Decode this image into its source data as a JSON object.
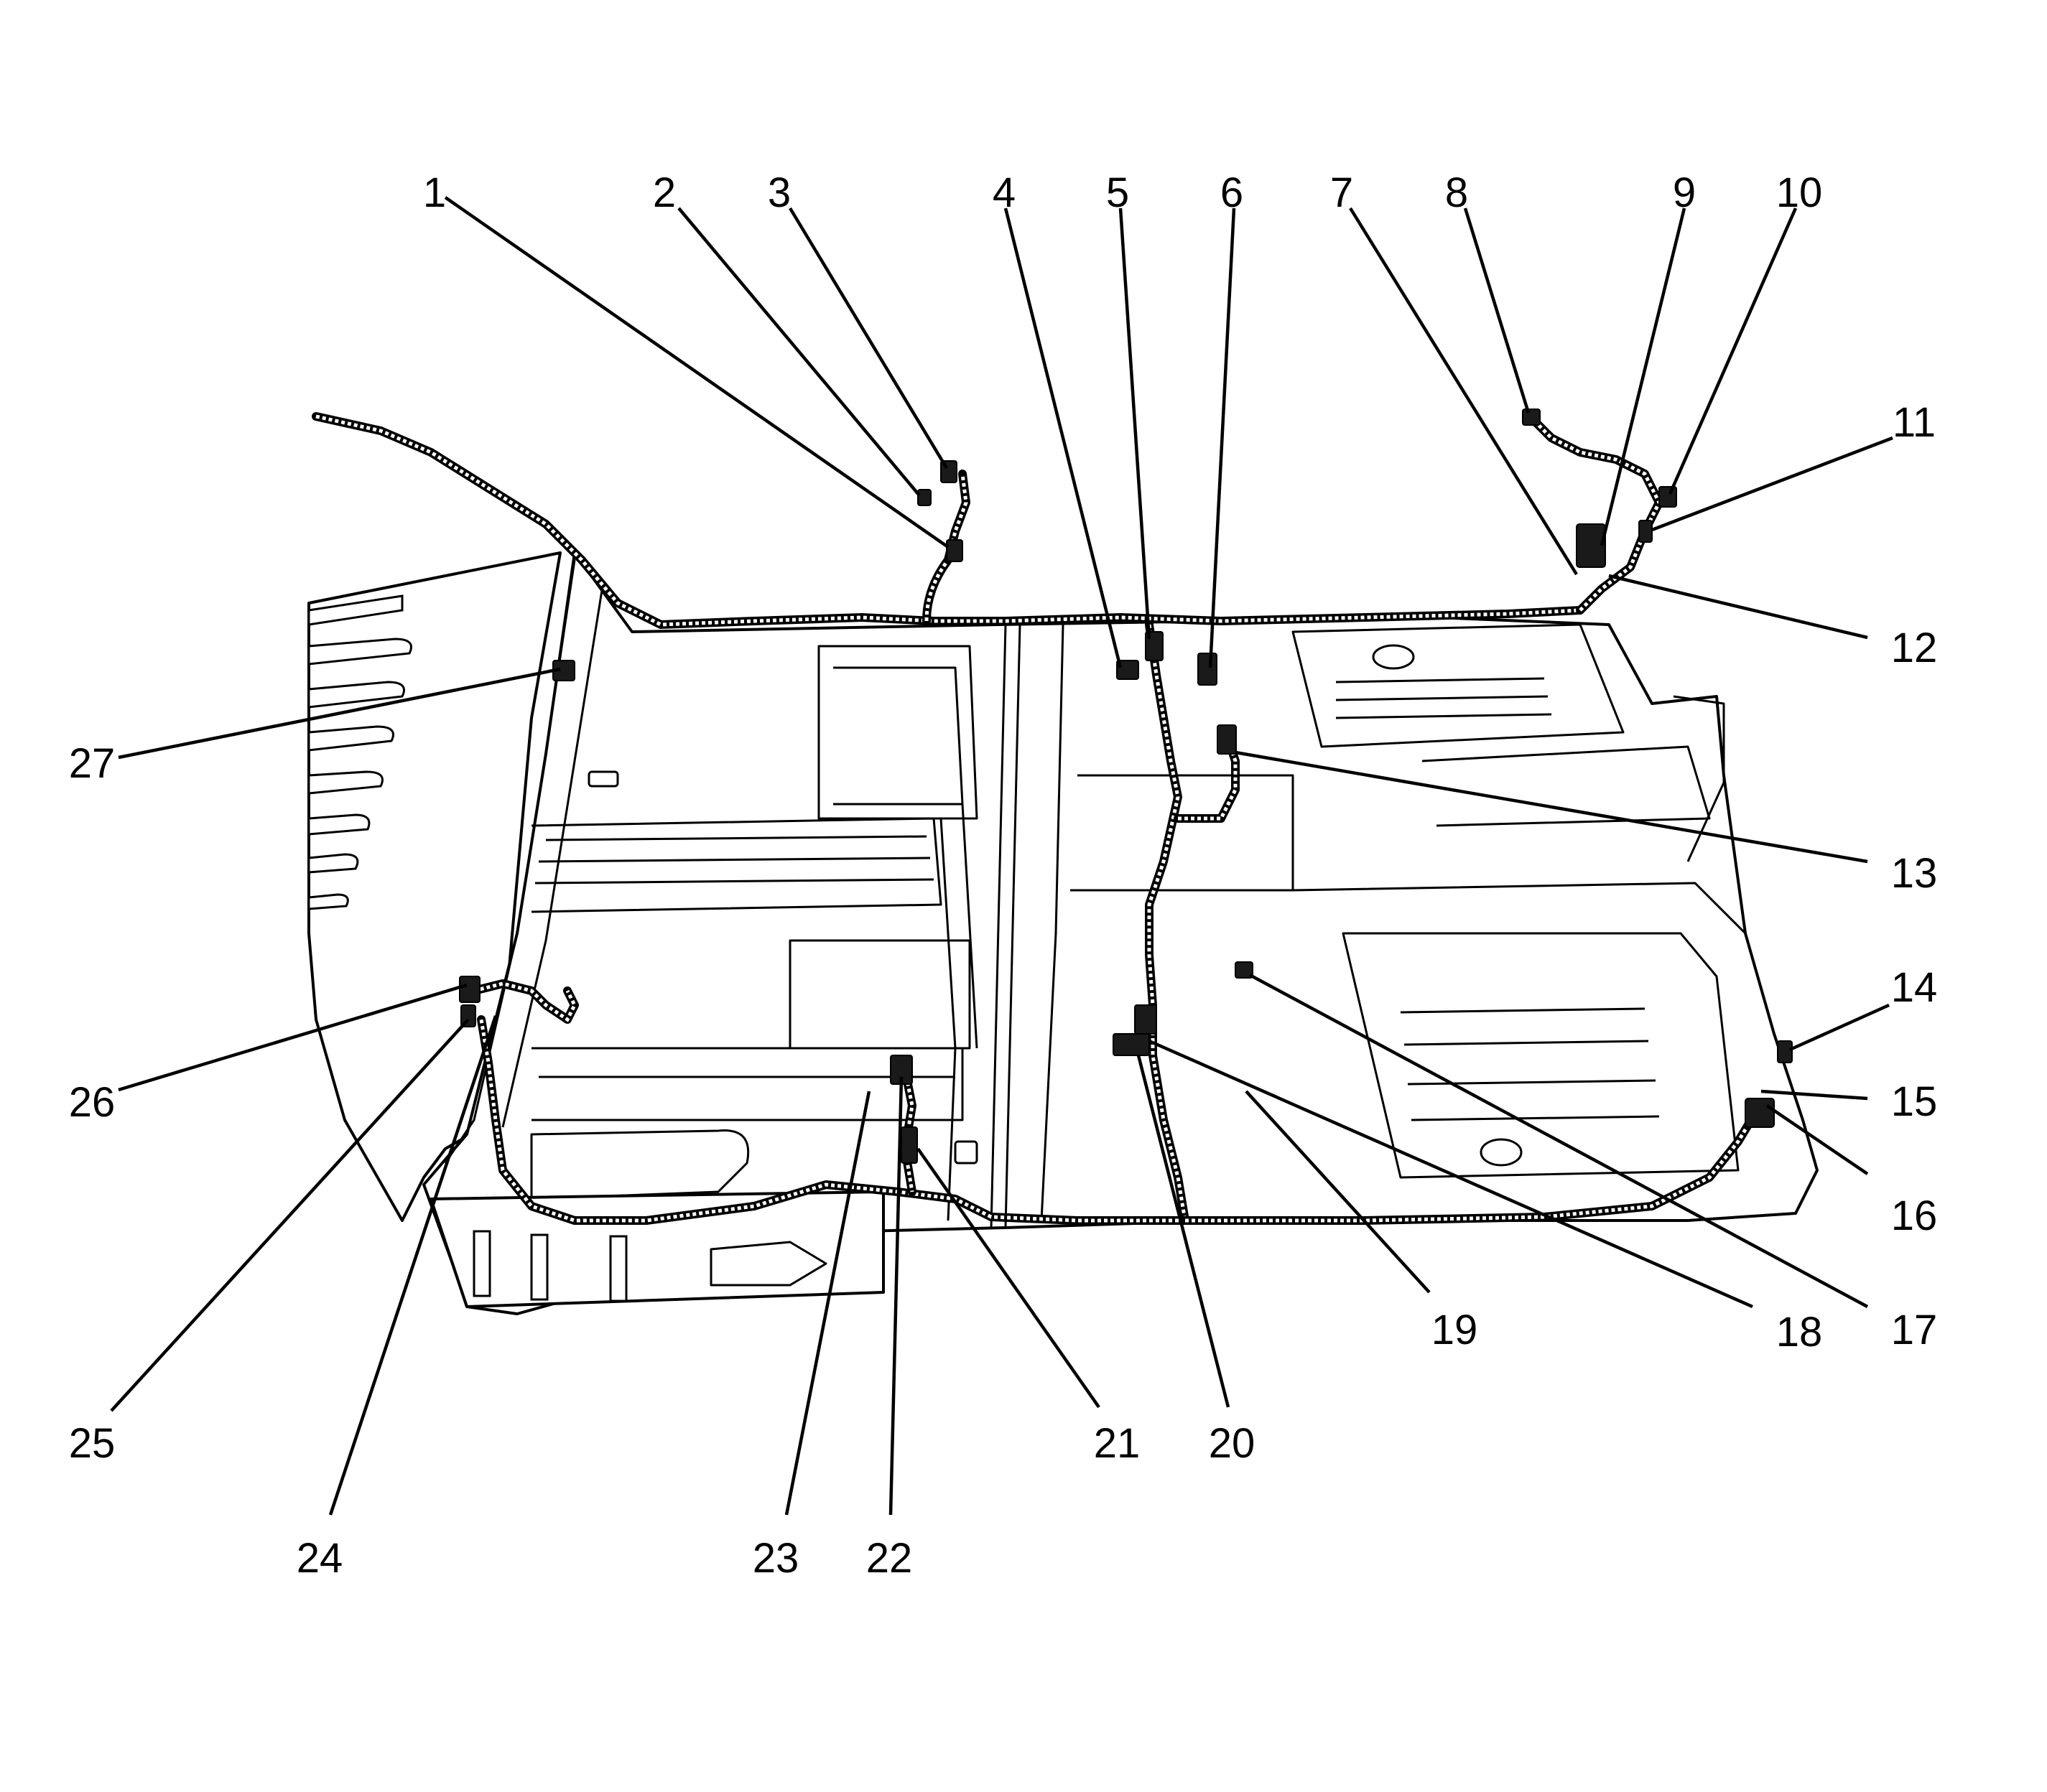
{
  "diagram": {
    "callouts": [
      {
        "id": 1,
        "label": "1"
      },
      {
        "id": 2,
        "label": "2"
      },
      {
        "id": 3,
        "label": "3"
      },
      {
        "id": 4,
        "label": "4"
      },
      {
        "id": 5,
        "label": "5"
      },
      {
        "id": 6,
        "label": "6"
      },
      {
        "id": 7,
        "label": "7"
      },
      {
        "id": 8,
        "label": "8"
      },
      {
        "id": 9,
        "label": "9"
      },
      {
        "id": 10,
        "label": "10"
      },
      {
        "id": 11,
        "label": "11"
      },
      {
        "id": 12,
        "label": "12"
      },
      {
        "id": 13,
        "label": "13"
      },
      {
        "id": 14,
        "label": "14"
      },
      {
        "id": 15,
        "label": "15"
      },
      {
        "id": 16,
        "label": "16"
      },
      {
        "id": 17,
        "label": "17"
      },
      {
        "id": 18,
        "label": "18"
      },
      {
        "id": 19,
        "label": "19"
      },
      {
        "id": 20,
        "label": "20"
      },
      {
        "id": 21,
        "label": "21"
      },
      {
        "id": 22,
        "label": "22"
      },
      {
        "id": 23,
        "label": "23"
      },
      {
        "id": 24,
        "label": "24"
      },
      {
        "id": 25,
        "label": "25"
      },
      {
        "id": 26,
        "label": "26"
      },
      {
        "id": 27,
        "label": "27"
      }
    ]
  }
}
